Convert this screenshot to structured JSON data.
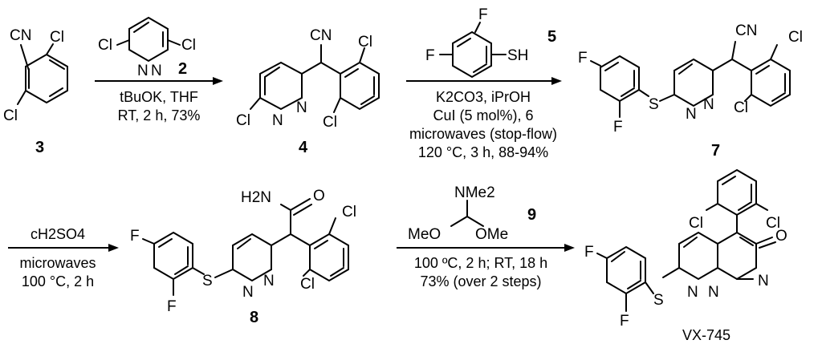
{
  "atoms": {
    "cn": "CN",
    "cl": "Cl",
    "f": "F",
    "s": "S",
    "n": "N",
    "sh": "SH",
    "o": "O",
    "h2n": "H2N",
    "nme2": "NMe2",
    "meo": "MeO",
    "ome": "OMe"
  },
  "compounds": {
    "c3": "3",
    "c2": "2",
    "c4": "4",
    "c5": "5",
    "c7": "7",
    "c8": "8",
    "c9": "9",
    "vx": "VX-745"
  },
  "conditions": {
    "step1": [
      "tBuOK, THF",
      "RT, 2 h, 73%"
    ],
    "step2": [
      "K2CO3, iPrOH",
      "CuI (5 mol%), 6",
      "microwaves (stop-flow)",
      "120 °C, 3 h, 88-94%"
    ],
    "step3": [
      "cH2SO4",
      "microwaves",
      "100 °C, 2 h"
    ],
    "step4": [
      "100 ºC, 2 h; RT, 18 h",
      "73% (over 2 steps)"
    ]
  }
}
